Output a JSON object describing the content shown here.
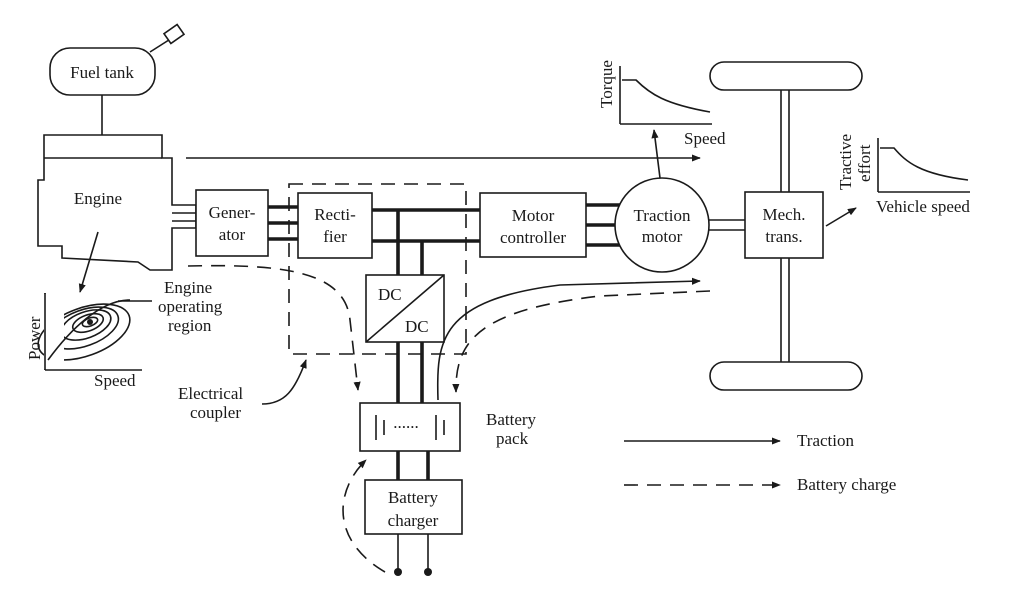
{
  "labels": {
    "fuel_tank": "Fuel tank",
    "engine": "Engine",
    "generator_1": "Gener-",
    "generator_2": "ator",
    "rectifier_1": "Recti-",
    "rectifier_2": "fier",
    "motor_controller_1": "Motor",
    "motor_controller_2": "controller",
    "traction_motor_1": "Traction",
    "traction_motor_2": "motor",
    "mech_trans_1": "Mech.",
    "mech_trans_2": "trans.",
    "dcdc_top": "DC",
    "dcdc_bottom": "DC",
    "battery_dots": "......",
    "battery_pack_1": "Battery",
    "battery_pack_2": "pack",
    "battery_charger_1": "Battery",
    "battery_charger_2": "charger",
    "engine_region_1": "Engine",
    "engine_region_2": "operating",
    "engine_region_3": "region",
    "electrical_coupler_1": "Electrical",
    "electrical_coupler_2": "coupler",
    "power_axis": "Power",
    "speed_axis_engine": "Speed",
    "torque_axis": "Torque",
    "speed_axis_motor": "Speed",
    "tractive_effort_1": "Tractive",
    "tractive_effort_2": "effort",
    "vehicle_speed": "Vehicle speed"
  },
  "legend": {
    "traction": "Traction",
    "battery_charge": "Battery charge"
  }
}
